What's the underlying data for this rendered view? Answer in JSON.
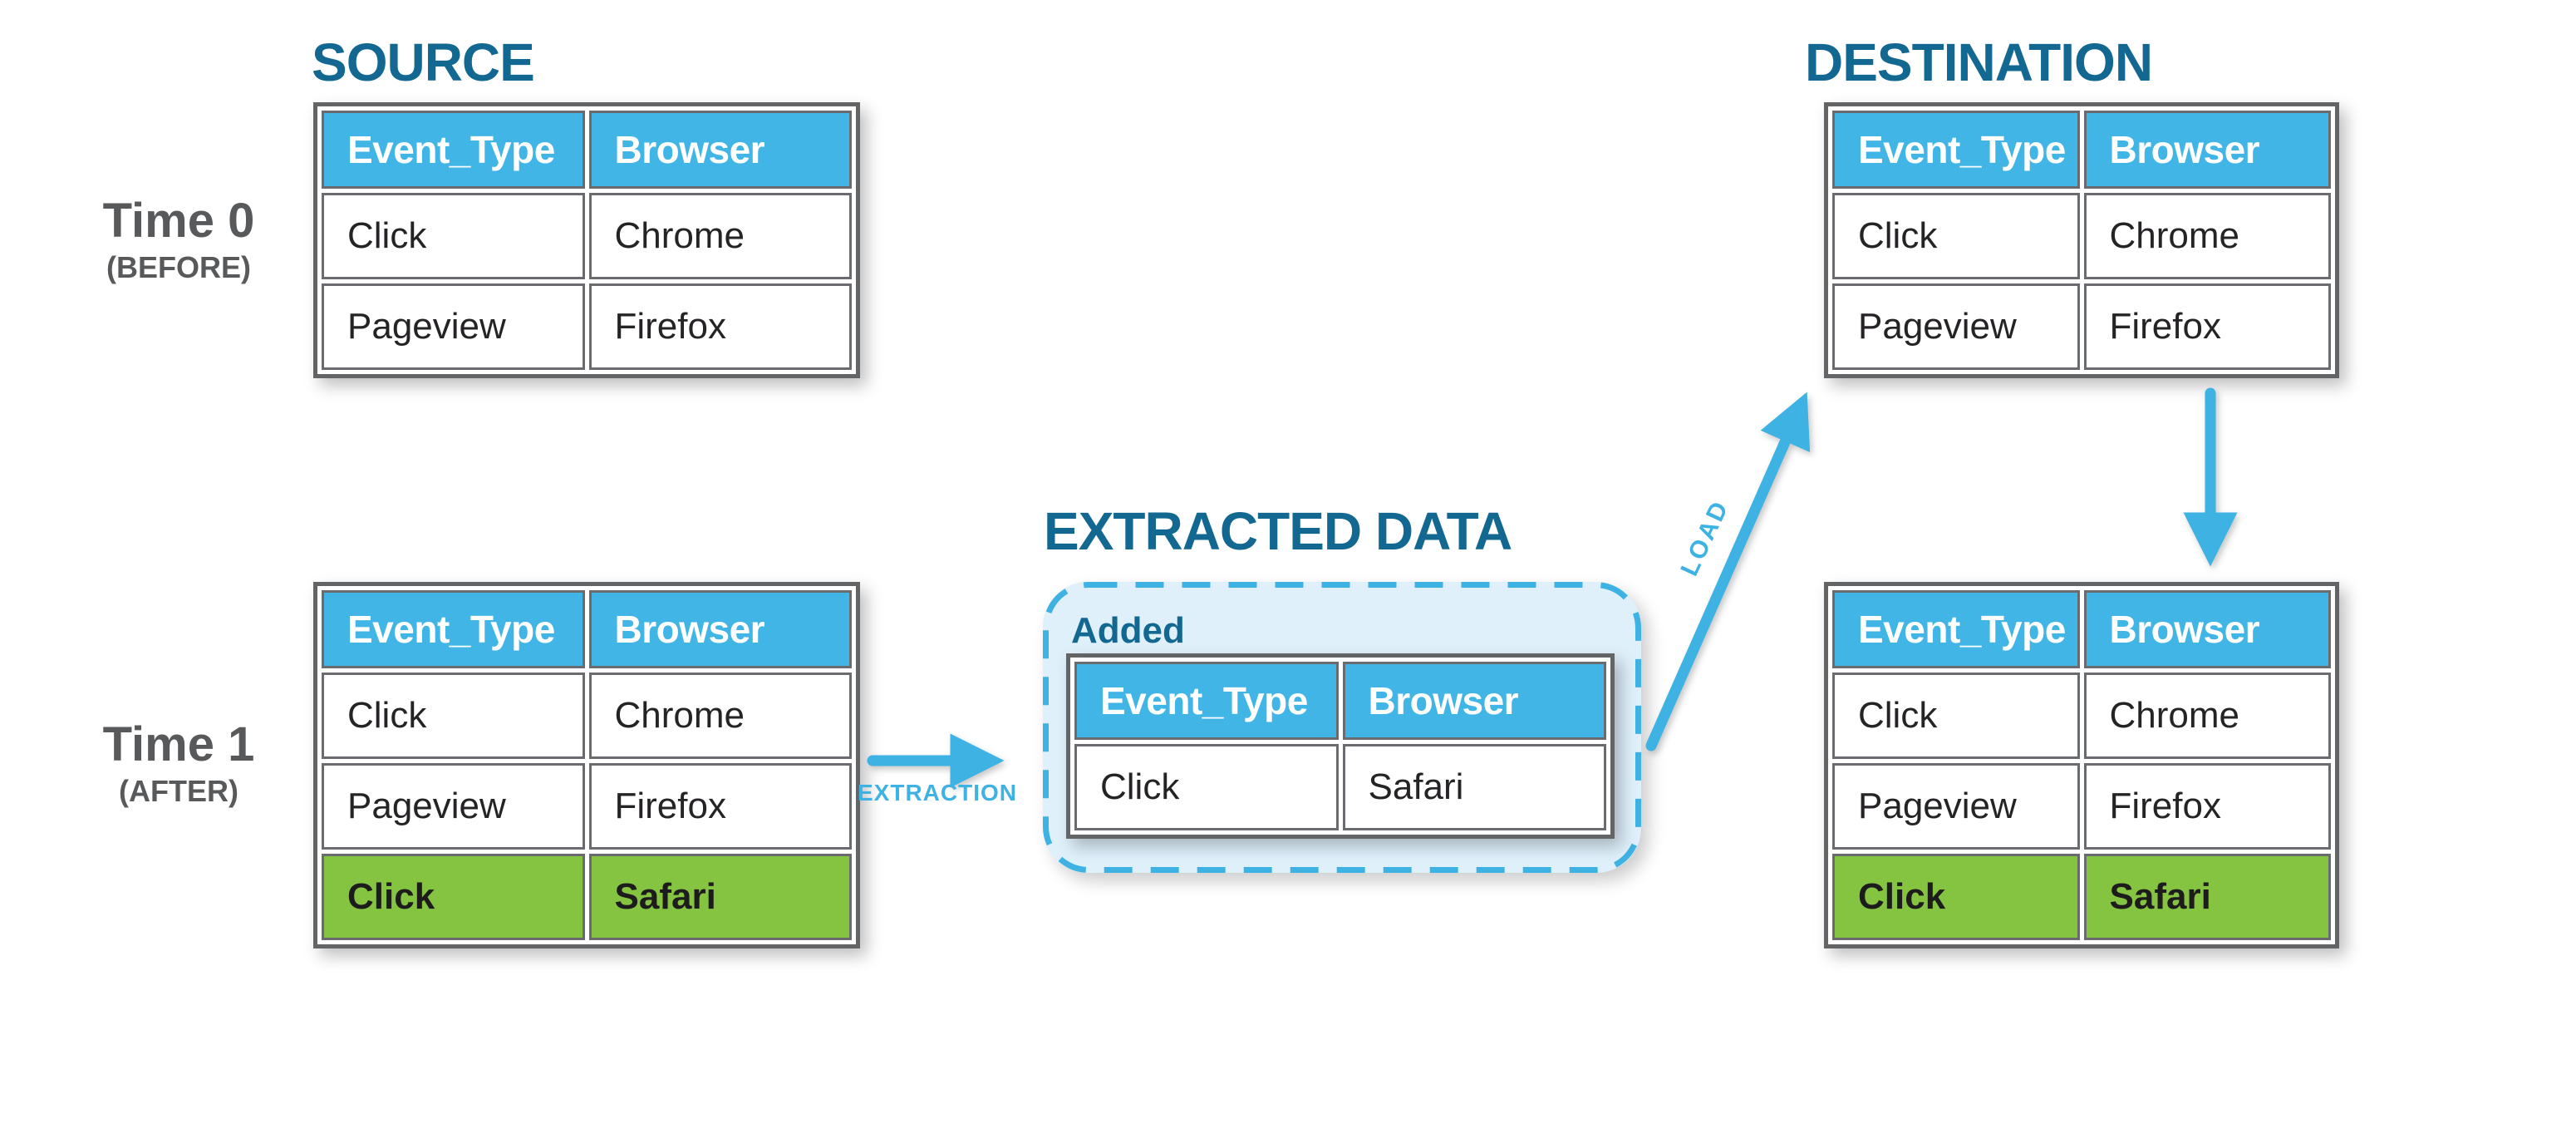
{
  "colors": {
    "header_blue": "#41B5E5",
    "row_green": "#84C441",
    "heading_teal": "#136892",
    "label_gray": "#58595B",
    "arrow_blue": "#3DB2E3",
    "box_fill": "#DFF0FB",
    "border_gray": "#6A6B6E",
    "cell_text": "#262326"
  },
  "headings": {
    "source": "SOURCE",
    "extracted": "EXTRACTED DATA",
    "destination": "DESTINATION"
  },
  "time_labels": {
    "before": {
      "title": "Time 0",
      "subtitle": "(BEFORE)"
    },
    "after": {
      "title": "Time 1",
      "subtitle": "(AFTER)"
    }
  },
  "arrows": {
    "extraction_label": "EXTRACTION",
    "load_label": "LOAD"
  },
  "box_label": "Added",
  "columns": [
    "Event_Type",
    "Browser"
  ],
  "tables": {
    "source_before": {
      "rows": [
        [
          "Click",
          "Chrome"
        ],
        [
          "Pageview",
          "Firefox"
        ]
      ]
    },
    "source_after": {
      "rows": [
        [
          "Click",
          "Chrome"
        ],
        [
          "Pageview",
          "Firefox"
        ],
        [
          "Click",
          "Safari"
        ]
      ],
      "highlighted_row": 2
    },
    "extracted": {
      "rows": [
        [
          "Click",
          "Safari"
        ]
      ]
    },
    "destination_before": {
      "rows": [
        [
          "Click",
          "Chrome"
        ],
        [
          "Pageview",
          "Firefox"
        ]
      ]
    },
    "destination_after": {
      "rows": [
        [
          "Click",
          "Chrome"
        ],
        [
          "Pageview",
          "Firefox"
        ],
        [
          "Click",
          "Safari"
        ]
      ],
      "highlighted_row": 2
    }
  }
}
